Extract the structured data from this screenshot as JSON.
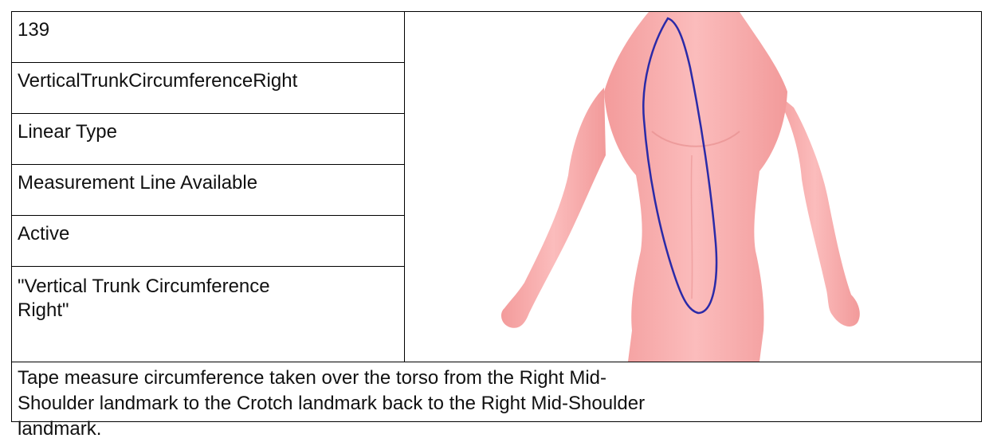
{
  "table": {
    "id": "139",
    "name": "VerticalTrunkCircumferenceRight",
    "type": "Linear Type",
    "line_status": "Measurement Line Available",
    "status": "Active",
    "display_name": "\"Vertical Trunk Circumference Right\"",
    "description": "Tape measure circumference taken over the torso from the Right Mid-Shoulder landmark to the Crotch landmark back to the Right Mid-Shoulder landmark."
  },
  "figure": {
    "body_color": "#f6a6a6",
    "body_shadow": "#e98c8c",
    "measure_line_color": "#2222aa"
  }
}
